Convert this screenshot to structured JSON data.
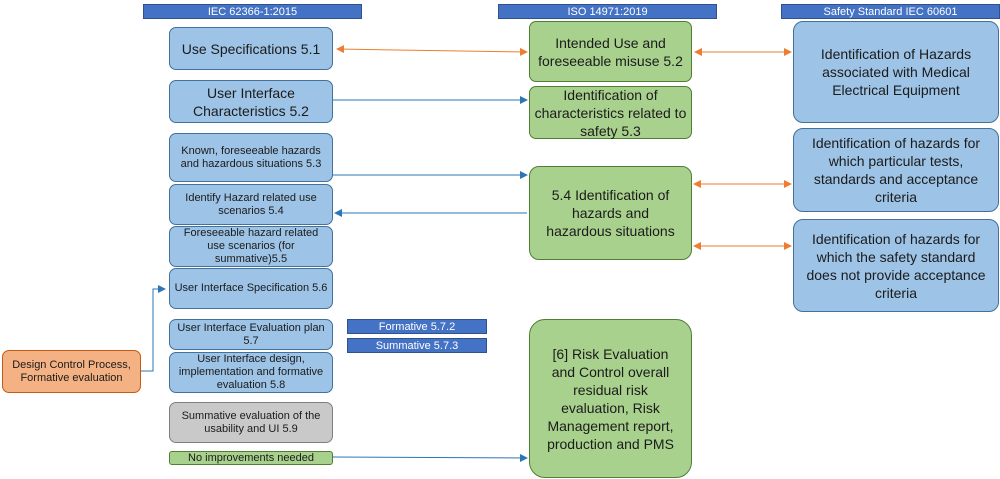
{
  "headers": {
    "iec62366": "IEC 62366-1:2015",
    "iso14971": "ISO 14971:2019",
    "iec60601": "Safety Standard IEC 60601"
  },
  "left": {
    "use_spec": "Use Specifications 5.1",
    "ui_characteristics": "User Interface Characteristics 5.2",
    "known_hazards": "Known, foreseeable hazards and hazardous situations 5.3",
    "identify_scenarios": "Identify Hazard related use scenarios 5.4",
    "foreseeable_scenarios": "Foreseeable hazard related use scenarios (for summative)5.5",
    "ui_spec": "User Interface Specification 5.6",
    "ui_eval_plan": "User Interface Evaluation plan 5.7",
    "ui_design": "User Interface design, implementation and formative evaluation 5.8",
    "summative_eval": "Summative evaluation of the usability and UI 5.9",
    "no_improvements": "No improvements needed"
  },
  "tags": {
    "formative": "Formative 5.7.2",
    "summative": "Summative 5.7.3"
  },
  "design_control": "Design Control Process, Formative evaluation",
  "middle": {
    "intended_use": "Intended Use and foreseeable misuse 5.2",
    "safety_characteristics": "Identification of characteristics related to safety 5.3",
    "hazards_situations": "5.4 Identification of hazards and hazardous situations",
    "risk_evaluation": "[6] Risk Evaluation and Control overall residual risk evaluation, Risk Management report, production and PMS"
  },
  "right": {
    "hazards_medical": "Identification of Hazards associated with Medical Electrical Equipment",
    "hazards_tests": "Identification of hazards for which particular tests, standards and acceptance criteria",
    "hazards_no_criteria": "Identification of hazards for which the safety standard does not provide acceptance criteria"
  },
  "colors": {
    "header": "#4472c4",
    "blue_box": "#9dc3e6",
    "green_box": "#a9d18e",
    "gray_box": "#c9c9c9",
    "orange_box": "#f4b183",
    "blue_arrow": "#2e75b6",
    "orange_arrow": "#ed7d31"
  }
}
